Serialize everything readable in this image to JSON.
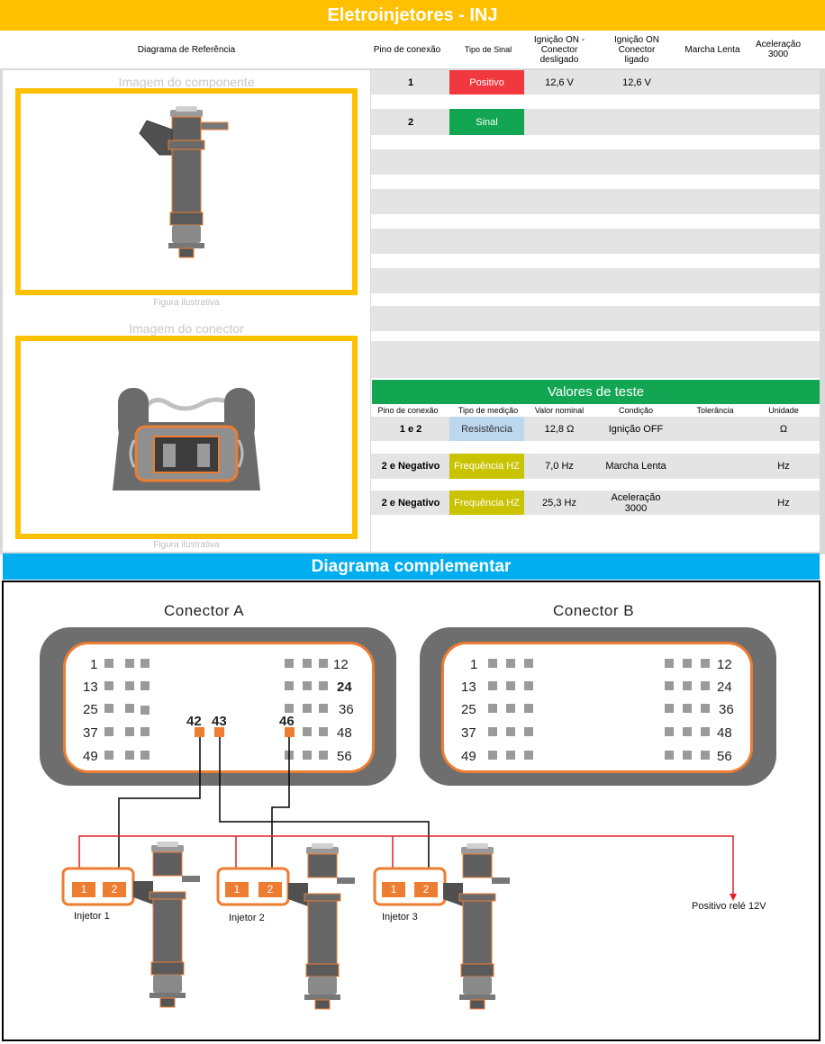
{
  "title": "Eletroinjetores - INJ",
  "header": {
    "ref_diagram": "Diagrama de Referência",
    "pin": "Pino de conexão",
    "signal_type": "Tipo de Sinal",
    "ign_on_disc": "Ignição ON - Conector desligado",
    "ign_on_conn": "Ignição ON Conector ligado",
    "idle": "Marcha Lenta",
    "accel": "Aceleração 3000"
  },
  "left": {
    "component_caption": "Imagem do componente",
    "connector_caption": "Imagem do conector",
    "figure_caption_1": "Figura ilustrativa",
    "figure_caption_2": "Figura ilustrativa"
  },
  "pins": [
    {
      "pin": "1",
      "type": "Positivo",
      "type_color": "#F0383E",
      "ign_off": "12,6 V",
      "ign_on": "12,6 V",
      "idle": "",
      "accel": ""
    },
    {
      "pin": "2",
      "type": "Sinal",
      "type_color": "#12A652",
      "ign_off": "",
      "ign_on": "",
      "idle": "",
      "accel": ""
    }
  ],
  "test_values": {
    "title": "Valores de teste",
    "headers": {
      "pin": "Pino de conexão",
      "measure": "Tipo de medição",
      "nominal": "Valor nominal",
      "condition": "Condição",
      "tolerance": "Tolerância",
      "unit": "Unidade"
    },
    "rows": [
      {
        "pin": "1 e 2",
        "measure": "Resistência",
        "measure_color": "#BDD7EE",
        "nominal": "12,8 Ω",
        "condition": "Ignição OFF",
        "tolerance": "",
        "unit": "Ω"
      },
      {
        "pin": "2 e Negativo",
        "measure": "Frequência HZ",
        "measure_color": "#C9C300",
        "nominal": "7,0 Hz",
        "condition": "Marcha Lenta",
        "tolerance": "",
        "unit": "Hz"
      },
      {
        "pin": "2 e Negativo",
        "measure": "Frequência HZ",
        "measure_color": "#C9C300",
        "nominal": "25,3 Hz",
        "condition": "Aceleração 3000",
        "tolerance": "",
        "unit": "Hz"
      }
    ]
  },
  "complementary": {
    "title": "Diagrama complementar",
    "connector_a": {
      "title": "Conector A",
      "left_numbers": [
        "1",
        "13",
        "25",
        "37",
        "49"
      ],
      "right_numbers": [
        "12",
        "24",
        "36",
        "48",
        "56"
      ],
      "active_pins": [
        "42",
        "43",
        "46"
      ]
    },
    "connector_b": {
      "title": "Conector B",
      "left_numbers": [
        "1",
        "13",
        "25",
        "37",
        "49"
      ],
      "right_numbers": [
        "12",
        "24",
        "36",
        "48",
        "56"
      ]
    },
    "injectors": [
      {
        "label": "Injetor 1",
        "pin1": "1",
        "pin2": "2"
      },
      {
        "label": "Injetor 2",
        "pin1": "1",
        "pin2": "2"
      },
      {
        "label": "Injetor 3",
        "pin1": "1",
        "pin2": "2"
      }
    ],
    "relay_label": "Positivo relé 12V"
  },
  "colors": {
    "title_bar": "#FFC000",
    "green_bar": "#12A652",
    "blue_bar": "#00AEEF",
    "orange": "#ED7D31",
    "connector_gray": "#6E6E6E"
  }
}
